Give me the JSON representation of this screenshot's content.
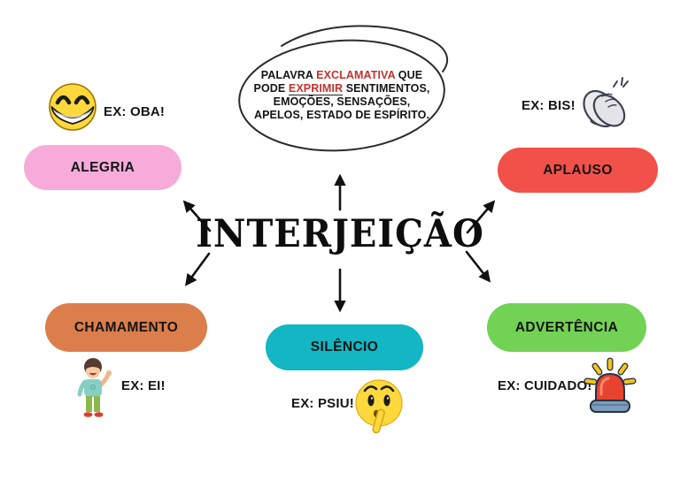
{
  "title": "INTERJEIÇÃO",
  "definition": {
    "part1": "PALAVRA ",
    "highlight1": "EXCLAMATIVA",
    "part2": " QUE PODE ",
    "highlight2": "EXPRIMIR",
    "part3": " SENTIMENTOS, EMOÇÕES, SENSAÇÕES, APELOS, ESTADO DE ESPÍRITO.",
    "highlight_color": "#C5312D"
  },
  "nodes": [
    {
      "id": "alegria",
      "label": "ALEGRIA",
      "example": "EX: OBA!",
      "color": "#F6ABDB",
      "icon": "beaming-face-icon"
    },
    {
      "id": "aplauso",
      "label": "APLAUSO",
      "example": "EX: BIS!",
      "color": "#F15149",
      "icon": "clapping-hands-icon"
    },
    {
      "id": "chamamento",
      "label": "CHAMAMENTO",
      "example": "EX: EI!",
      "color": "#DB7E4B",
      "icon": "waving-child-icon"
    },
    {
      "id": "silencio",
      "label": "SILÊNCIO",
      "example": "EX: PSIU!",
      "color": "#13B6C3",
      "icon": "shushing-face-icon"
    },
    {
      "id": "advertencia",
      "label": "ADVERTÊNCIA",
      "example": "EX: CUIDADO!",
      "color": "#72D254",
      "icon": "warning-siren-icon"
    }
  ],
  "colors": {
    "line": "#111111",
    "text": "#141414"
  }
}
